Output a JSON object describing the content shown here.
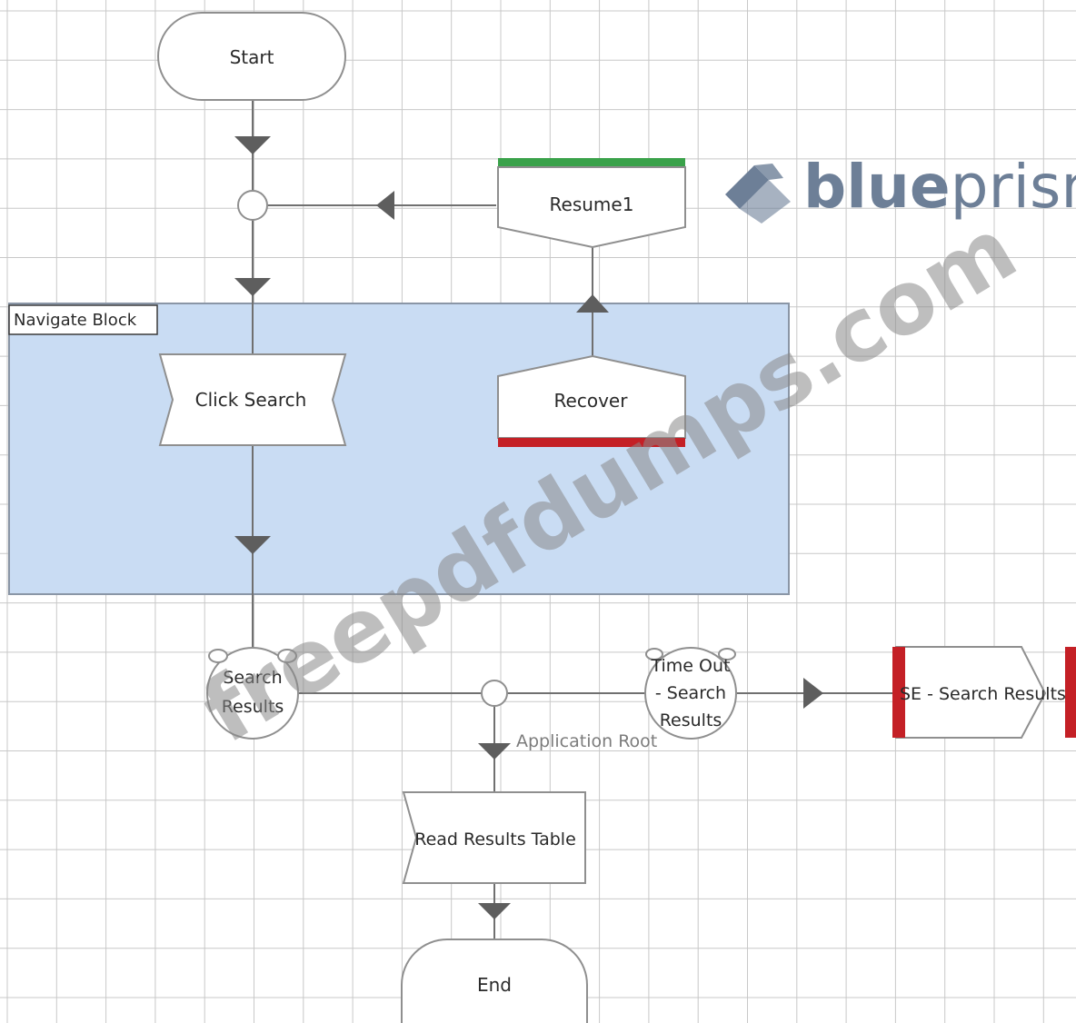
{
  "stages": {
    "start": "Start",
    "resume": "Resume1",
    "recover": "Recover",
    "click_search": "Click Search",
    "wait_search_results_1": "Search",
    "wait_search_results_2": "Results",
    "timeout_1": "Time Out",
    "timeout_2": "- Search",
    "timeout_3": "Results",
    "exception": "SE - Search Results",
    "read_results": "Read Results Table",
    "end": "End"
  },
  "block": {
    "title": "Navigate Block"
  },
  "links": {
    "application_root": "Application Root"
  },
  "branding": {
    "logo_bold": "blue",
    "logo_light": "prism",
    "watermark": "freepdfdumps.com"
  },
  "colors": {
    "block_fill": "#c9dcf3",
    "block_border": "#8a96a6",
    "resume_bar": "#3aa24a",
    "recover_bar": "#c42026",
    "exception_bar": "#c42026",
    "grid": "#c8c8c8",
    "logo": "#6d7f97"
  }
}
